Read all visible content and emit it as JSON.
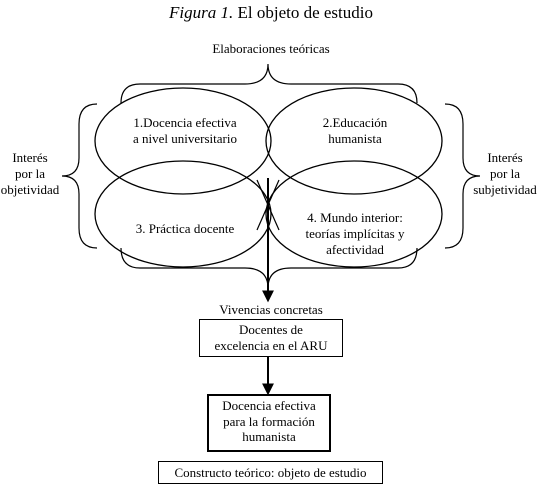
{
  "figure": {
    "label": "Figura 1.",
    "title": "El objeto de estudio"
  },
  "brace_labels": {
    "top": "Elaboraciones teóricas",
    "left": [
      "Interés",
      "por la",
      "objetividad"
    ],
    "right": [
      "Interés",
      "por la",
      "subjetividad"
    ]
  },
  "ellipses": [
    {
      "id": 1,
      "lines": [
        "1.Docencia efectiva",
        "a nivel universitario"
      ]
    },
    {
      "id": 2,
      "lines": [
        "2.Educación",
        "humanista"
      ]
    },
    {
      "id": 3,
      "lines": [
        "3. Práctica docente"
      ]
    },
    {
      "id": 4,
      "lines": [
        "4. Mundo interior:",
        "teorías implícitas y",
        "afectividad"
      ]
    }
  ],
  "flow": {
    "bottom_label": "Vivencias concretas",
    "box1": [
      "Docentes de",
      "excelencia en el ARU"
    ],
    "box2": [
      "Docencia efectiva",
      "para la formación",
      "humanista"
    ],
    "box3": "Constructo teórico: objeto de estudio"
  }
}
